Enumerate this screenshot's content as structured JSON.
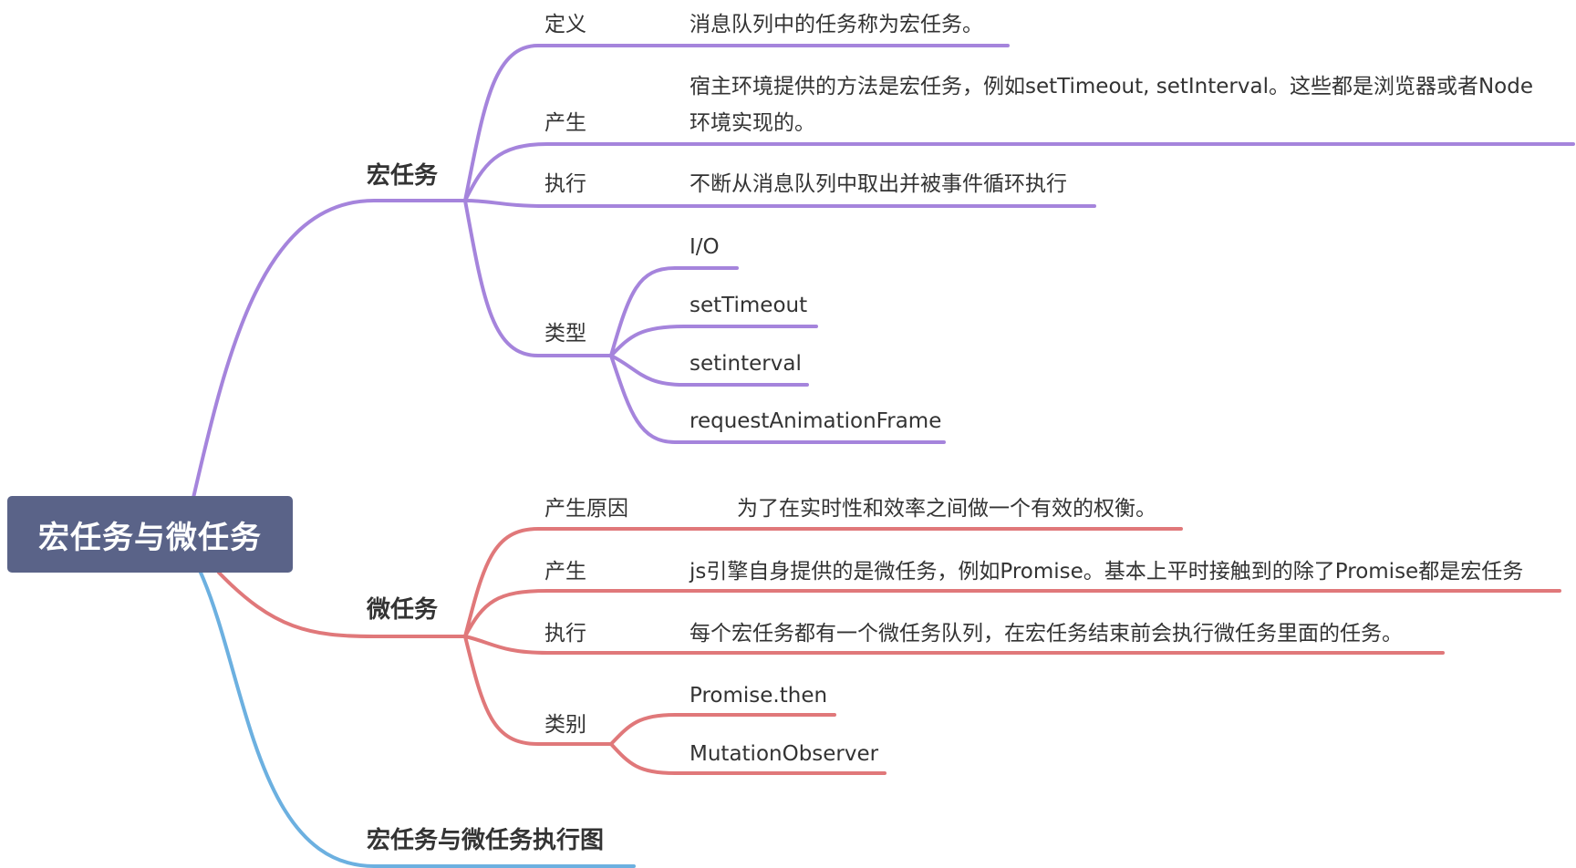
{
  "root": "宏任务与微任务",
  "colors": {
    "macro": "#a584dc",
    "micro": "#e0787a",
    "diagram": "#6cb0e0",
    "root_bg": "#5a6388"
  },
  "branches": {
    "macro": {
      "label": "宏任务",
      "definition": {
        "label": "定义",
        "text": "消息队列中的任务称为宏任务。"
      },
      "origin": {
        "label": "产生",
        "line1": "宿主环境提供的方法是宏任务，例如setTimeout, setInterval。这些都是浏览器或者Node",
        "line2": "环境实现的。"
      },
      "execution": {
        "label": "执行",
        "text": "不断从消息队列中取出并被事件循环执行"
      },
      "types": {
        "label": "类型",
        "items": [
          "I/O",
          "setTimeout",
          "setinterval",
          "requestAnimationFrame"
        ]
      }
    },
    "micro": {
      "label": "微任务",
      "reason": {
        "label": "产生原因",
        "text": "为了在实时性和效率之间做一个有效的权衡。"
      },
      "origin": {
        "label": "产生",
        "text": "js引擎自身提供的是微任务，例如Promise。基本上平时接触到的除了Promise都是宏任务"
      },
      "execution": {
        "label": "执行",
        "text": "每个宏任务都有一个微任务队列，在宏任务结束前会执行微任务里面的任务。"
      },
      "types": {
        "label": "类别",
        "items": [
          "Promise.then",
          "MutationObserver"
        ]
      }
    },
    "diagram": {
      "label": "宏任务与微任务执行图"
    }
  }
}
